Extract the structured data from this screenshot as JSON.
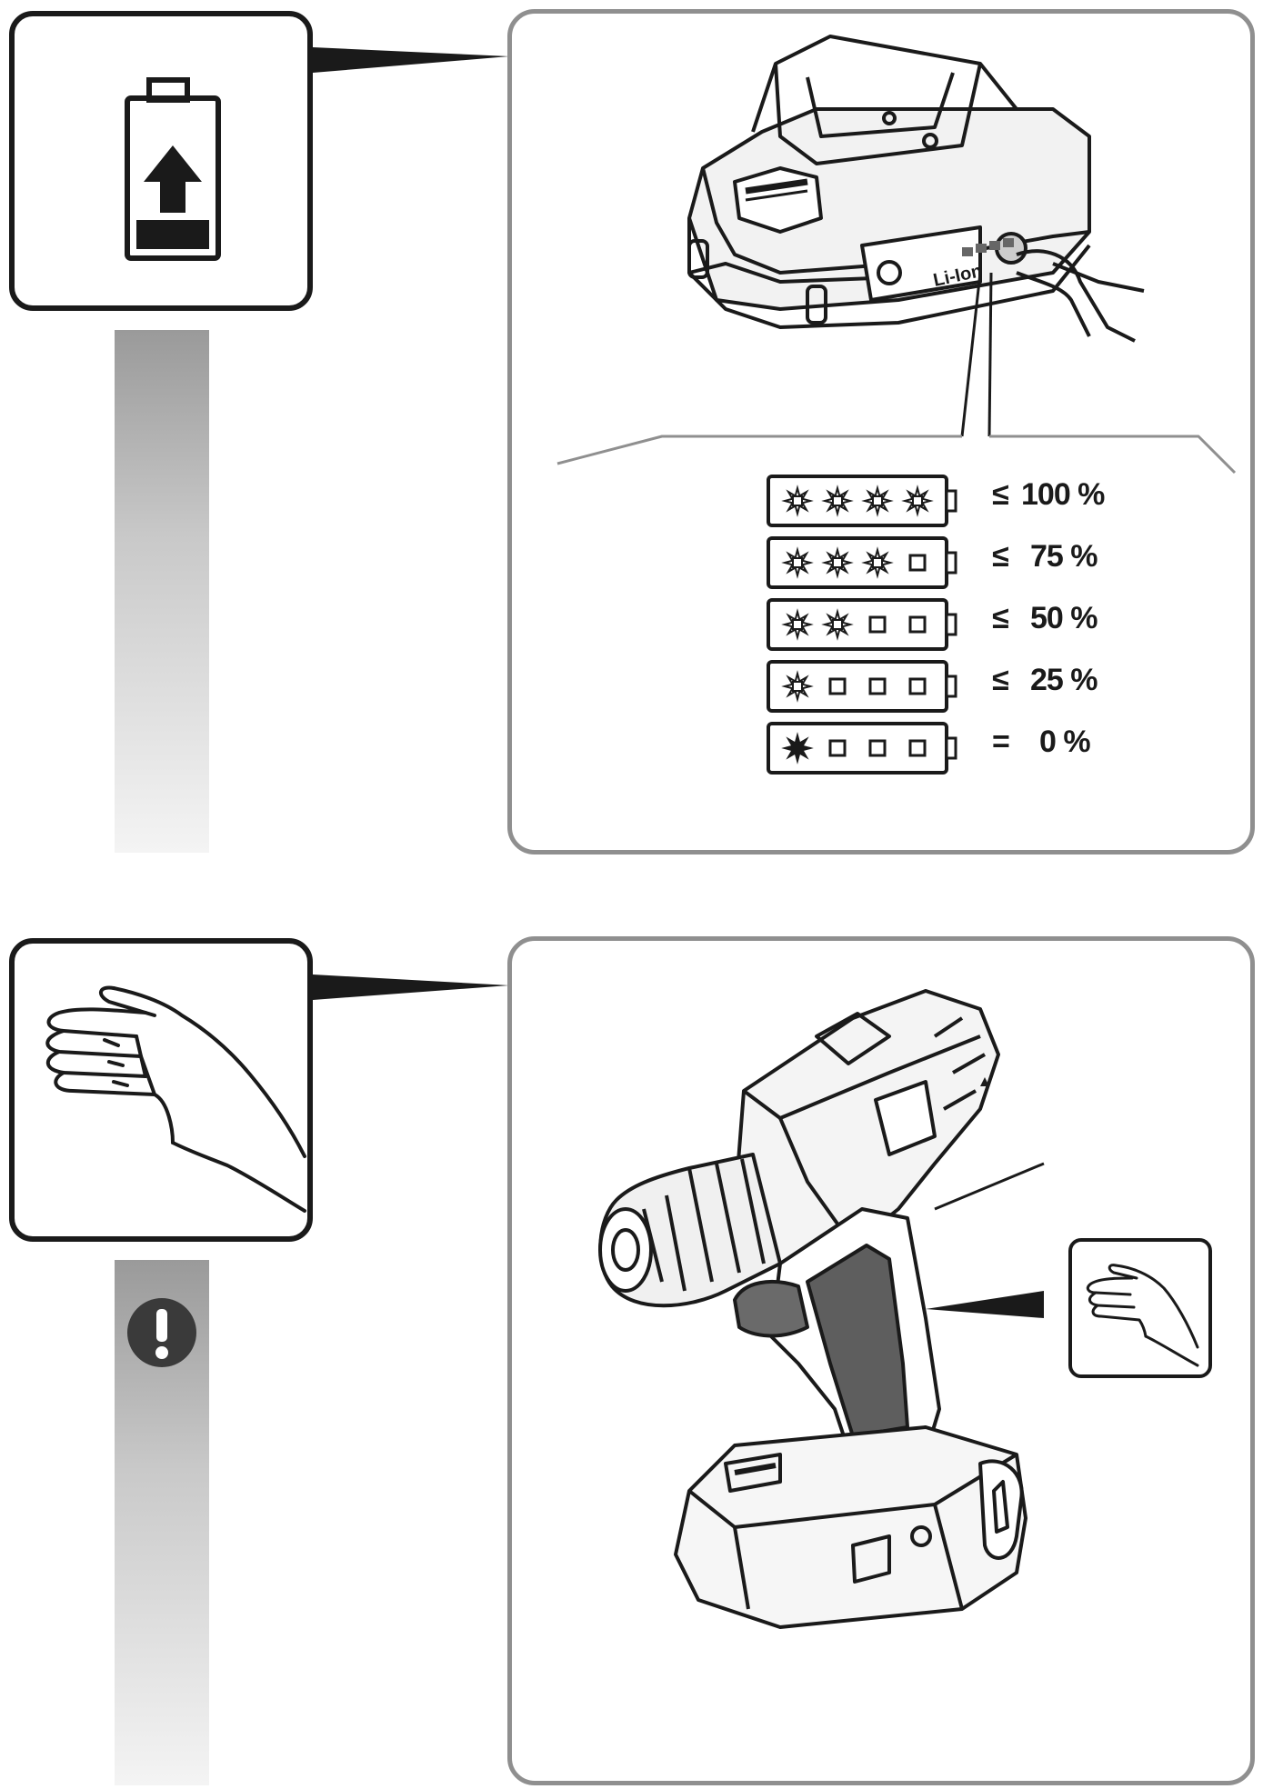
{
  "battery_panel": {
    "label_text": "Li-Ion",
    "charge_levels": [
      {
        "leds_lit": 4,
        "leds_total": 4,
        "symbol": "≤",
        "text": "100 %"
      },
      {
        "leds_lit": 3,
        "leds_total": 4,
        "symbol": "≤",
        "text": "75 %"
      },
      {
        "leds_lit": 2,
        "leds_total": 4,
        "symbol": "≤",
        "text": "50 %"
      },
      {
        "leds_lit": 1,
        "leds_total": 4,
        "symbol": "≤",
        "text": "25 %"
      },
      {
        "leds_lit": 1,
        "leds_total": 4,
        "symbol": "=",
        "text": "0 %",
        "blinking": true
      }
    ]
  },
  "icons": {
    "top": "battery-charge-icon",
    "bottom": "hand-icon",
    "warning": "exclamation-icon",
    "grip_callout": "hand-icon"
  },
  "colors": {
    "outline": "#1a1a1a",
    "panel_border": "#8f8f8f",
    "bar_top": "#9a9a9a",
    "grip": "#5e5e5e"
  }
}
